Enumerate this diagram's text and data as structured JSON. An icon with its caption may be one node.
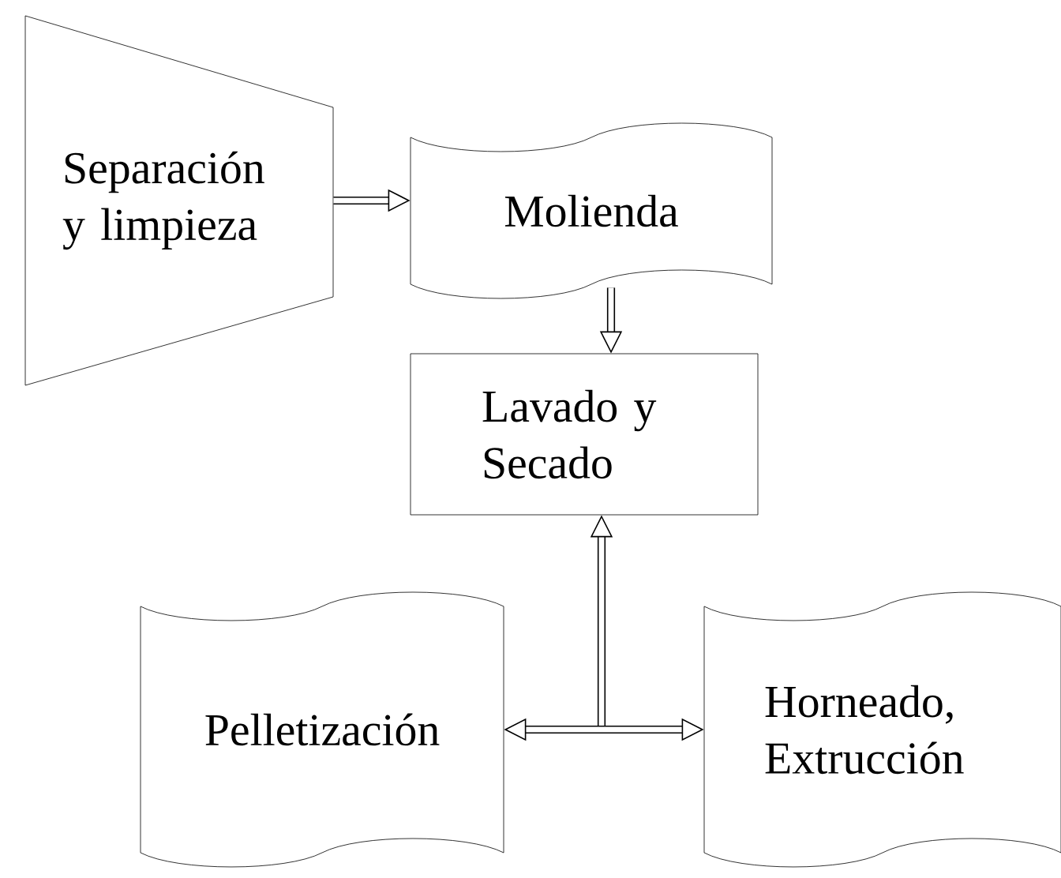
{
  "diagram": {
    "nodes": [
      {
        "text": [
          "Separación y limpieza"
        ]
      },
      {
        "text": [
          "Molienda"
        ]
      },
      {
        "text": [
          "Lavado y Secado"
        ]
      },
      {
        "text": [
          "Pelletización"
        ]
      },
      {
        "text": [
          "Horneado, Extrucción"
        ]
      }
    ],
    "edges": [
      {
        "from": 0,
        "to": 1,
        "arrow": "to"
      },
      {
        "from": 1,
        "to": 2,
        "arrow": "to"
      },
      {
        "from": 2,
        "to": 3,
        "arrow": "both"
      },
      {
        "from": 2,
        "to": 4,
        "arrow": "both"
      }
    ]
  }
}
